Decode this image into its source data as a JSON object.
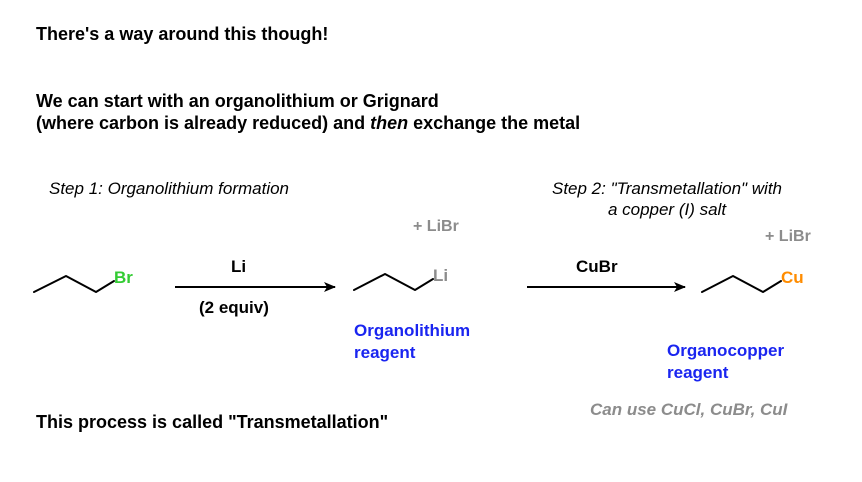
{
  "heading": "There's a way around this though!",
  "intro": {
    "line1": "We can start with an organolithium or Grignard",
    "line2_before": "(where carbon is already reduced) and ",
    "line2_emphasis": "then",
    "line2_after": " exchange the metal"
  },
  "step1": {
    "label": "Step 1: Organolithium formation"
  },
  "step2": {
    "line1": "Step 2: \"Transmetallation\" with",
    "line2": "a copper (I) salt"
  },
  "molecules": {
    "start_atom": "Br",
    "middle_atom": "Li",
    "end_atom": "Cu"
  },
  "colors": {
    "bromine": "#33cc33",
    "lithium": "#8c8c8c",
    "copper": "#ff8c00",
    "reagent_blue": "#1a25f0",
    "gray_text": "#8c8c8c"
  },
  "arrow1": {
    "above": "Li",
    "below": "(2 equiv)"
  },
  "arrow2": {
    "above": "CuBr"
  },
  "byproducts": {
    "first": "+ LiBr",
    "second": "+ LiBr"
  },
  "reagents": {
    "organolithium_line1": "Organolithium",
    "organolithium_line2": "reagent",
    "organocopper_line1": "Organocopper",
    "organocopper_line2": "reagent"
  },
  "note": "Can use CuCl, CuBr, CuI",
  "footer": "This process is called \"Transmetallation\""
}
